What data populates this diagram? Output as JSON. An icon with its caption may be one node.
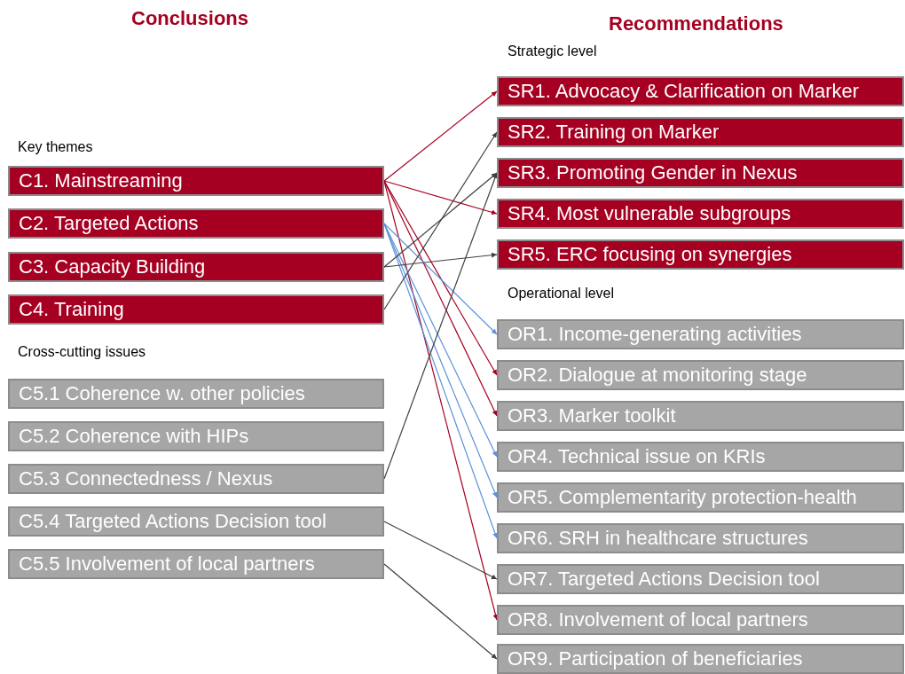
{
  "diagram": {
    "nodes": [
      {
        "text": [
          "C1. Mainstreaming"
        ]
      },
      {
        "text": [
          "C2. Targeted Actions"
        ]
      },
      {
        "text": [
          "C3. Capacity Building"
        ]
      },
      {
        "text": [
          "C4. Training"
        ]
      },
      {
        "text": [
          "C5.1 Coherence w. other policies"
        ]
      },
      {
        "text": [
          "C5.2 Coherence with HIPs"
        ]
      },
      {
        "text": [
          "C5.3 Connectedness / Nexus"
        ]
      },
      {
        "text": [
          "C5.4 Targeted Actions Decision tool"
        ]
      },
      {
        "text": [
          "C5.5 Involvement of local partners"
        ]
      },
      {
        "text": [
          "SR1. Advocacy & Clarification on Marker"
        ]
      },
      {
        "text": [
          "SR2. Training on Marker"
        ]
      },
      {
        "text": [
          "SR3. Promoting Gender in Nexus"
        ]
      },
      {
        "text": [
          "SR4. Most vulnerable subgroups"
        ]
      },
      {
        "text": [
          "SR5. ERC focusing on synergies"
        ]
      },
      {
        "text": [
          "OR1. Income-generating activities"
        ]
      },
      {
        "text": [
          "OR2. Dialogue at monitoring stage"
        ]
      },
      {
        "text": [
          "OR3. Marker toolkit"
        ]
      },
      {
        "text": [
          "OR4. Technical issue on KRIs"
        ]
      },
      {
        "text": [
          "OR5. Complementarity protection-health"
        ]
      },
      {
        "text": [
          "OR6. SRH in healthcare structures"
        ]
      },
      {
        "text": [
          "OR7. Targeted Actions Decision tool"
        ]
      },
      {
        "text": [
          "OR8. Involvement of local partners"
        ]
      },
      {
        "text": [
          "OR9. Participation of beneficiaries"
        ]
      }
    ],
    "edges": [
      {
        "from": 0,
        "to": 9,
        "arrow": "to",
        "color": "#a50021"
      },
      {
        "from": 0,
        "to": 12,
        "arrow": "to",
        "color": "#a50021"
      },
      {
        "from": 0,
        "to": 15,
        "arrow": "to",
        "color": "#a50021"
      },
      {
        "from": 0,
        "to": 16,
        "arrow": "to",
        "color": "#a50021"
      },
      {
        "from": 0,
        "to": 21,
        "arrow": "to",
        "color": "#a50021"
      },
      {
        "from": 1,
        "to": 14,
        "arrow": "to",
        "color": "#5b93d9"
      },
      {
        "from": 1,
        "to": 17,
        "arrow": "to",
        "color": "#5b93d9"
      },
      {
        "from": 1,
        "to": 18,
        "arrow": "to",
        "color": "#5b93d9"
      },
      {
        "from": 1,
        "to": 19,
        "arrow": "to",
        "color": "#5b93d9"
      },
      {
        "from": 2,
        "to": 11,
        "arrow": "to"
      },
      {
        "from": 2,
        "to": 13,
        "arrow": "to"
      },
      {
        "from": 3,
        "to": 10,
        "arrow": "to"
      },
      {
        "from": 6,
        "to": 11,
        "arrow": "to"
      },
      {
        "from": 7,
        "to": 20,
        "arrow": "to"
      },
      {
        "from": 8,
        "to": 22,
        "arrow": "to"
      }
    ],
    "labels": [
      "Conclusions",
      "Recommendations",
      "Strategic level",
      "Key themes",
      "Operational level",
      "Cross-cutting issues"
    ]
  }
}
